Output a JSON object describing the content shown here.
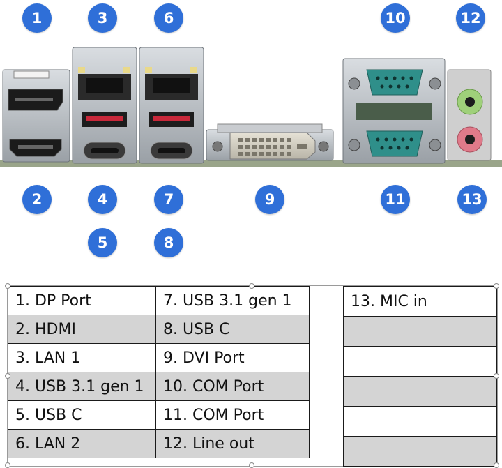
{
  "badges": [
    "1",
    "2",
    "3",
    "4",
    "5",
    "6",
    "7",
    "8",
    "9",
    "10",
    "11",
    "12",
    "13"
  ],
  "legend": {
    "rows": [
      {
        "a": "1. DP Port",
        "b": "7. USB 3.1 gen 1",
        "c": "13. MIC in"
      },
      {
        "a": "2. HDMI",
        "b": "8. USB C",
        "c": ""
      },
      {
        "a": "3. LAN 1",
        "b": "9. DVI Port",
        "c": ""
      },
      {
        "a": "4. USB 3.1 gen 1",
        "b": "10. COM Port",
        "c": ""
      },
      {
        "a": "5. USB C",
        "b": "11. COM Port",
        "c": ""
      },
      {
        "a": "6. LAN 2",
        "b": "12. Line out",
        "c": ""
      }
    ]
  },
  "colors": {
    "badge": "#2f6fd8",
    "row_shade": "#d4d4d4",
    "usb_red": "#c8283a",
    "com_teal": "#2f8f8a",
    "line_out_green": "#9fd07a",
    "mic_pink": "#e07a8a",
    "pcb": "#9aa58a"
  }
}
